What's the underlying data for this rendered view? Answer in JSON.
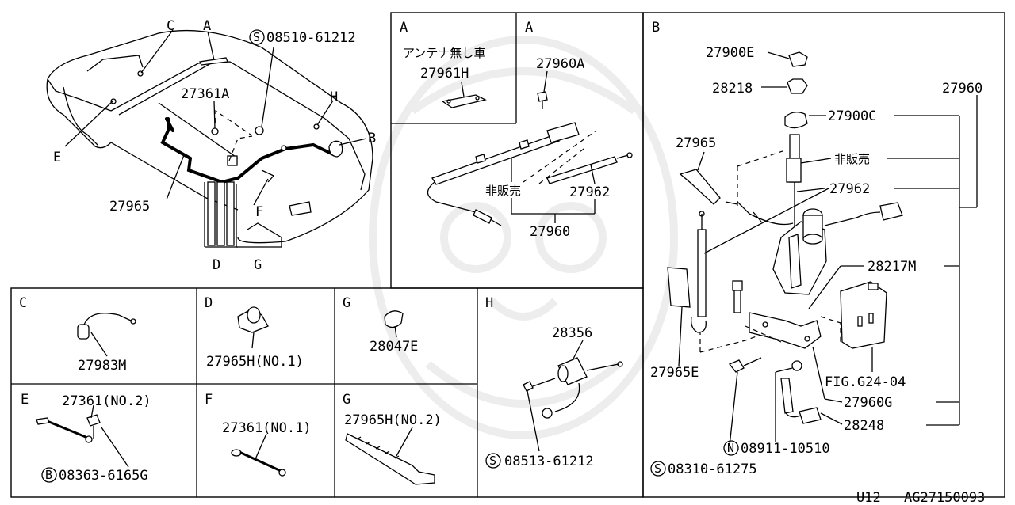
{
  "sheet": {
    "figure_code": "U12",
    "drawing_no": "AG27150093"
  },
  "main_view": {
    "callouts": {
      "c": "C",
      "a": "A",
      "e": "E",
      "h": "H",
      "b": "B",
      "f": "F",
      "d": "D",
      "g": "G",
      "screw": "08510-61212",
      "screw_prefix": "S",
      "bolt": "27361A",
      "harness": "27965"
    }
  },
  "panel_a1": {
    "title": "A",
    "note": "アンテナ無し車",
    "part": "27961H"
  },
  "panel_a2": {
    "title": "A",
    "bolt": "27960A",
    "not_sold": "非販売",
    "cable": "27962",
    "assembly": "27960"
  },
  "panel_b": {
    "title": "B",
    "cap": "27900E",
    "nut": "28218",
    "bushing": "27900C",
    "assembly": "27960",
    "harness": "27965",
    "not_sold": "非販売",
    "cable": "27962",
    "motor": "28217M",
    "pad": "27965E",
    "fig_ref": "FIG.G24-04",
    "bracket": "27960G",
    "drain": "28248",
    "nut_n": "08911-10510",
    "nut_n_prefix": "N",
    "screw_s": "08310-61275",
    "screw_s_prefix": "S"
  },
  "panel_c": {
    "title": "C",
    "part": "27983M"
  },
  "panel_d": {
    "title": "D",
    "part": "27965H(NO.1)"
  },
  "panel_g1": {
    "title": "G",
    "part": "28047E"
  },
  "panel_h": {
    "title": "H",
    "part": "28356",
    "screw": "08513-61212",
    "screw_prefix": "S"
  },
  "panel_e": {
    "title": "E",
    "part": "27361(NO.2)",
    "bolt": "08363-6165G",
    "bolt_prefix": "B"
  },
  "panel_f": {
    "title": "F",
    "part": "27361(NO.1)"
  },
  "panel_g2": {
    "title": "G",
    "part": "27965H(NO.2)"
  }
}
